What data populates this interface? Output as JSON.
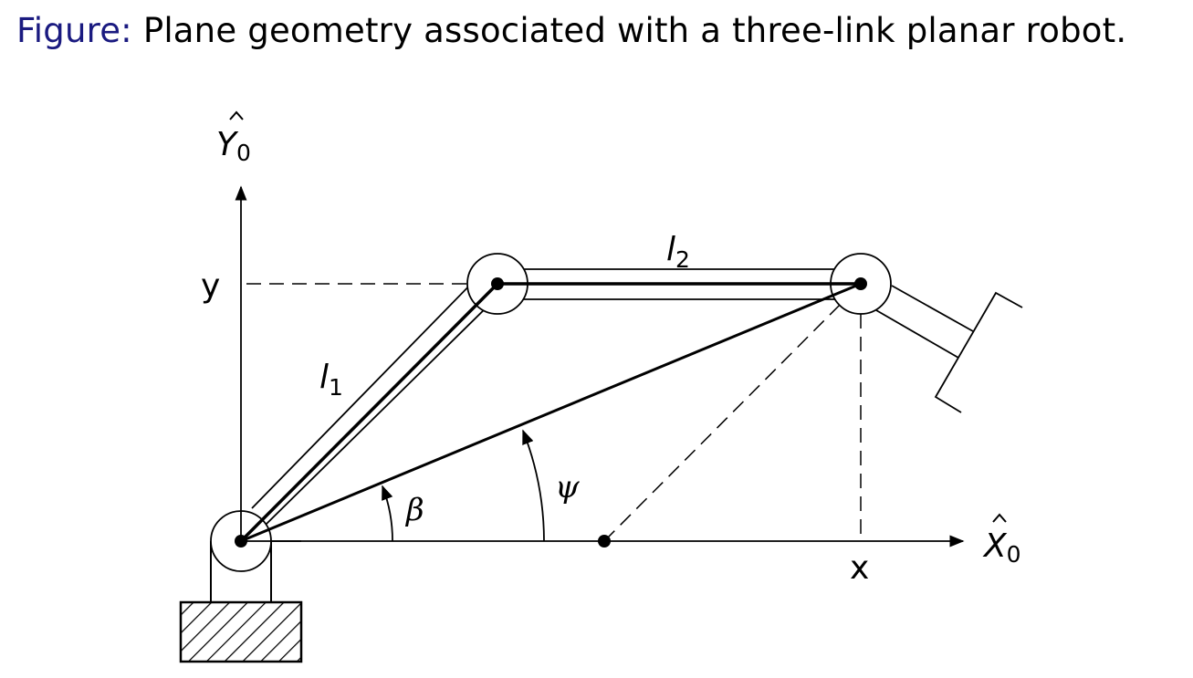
{
  "caption": {
    "prefix": "Figure:",
    "text": "Plane geometry associated with a three-link planar robot."
  },
  "labels": {
    "y_axis": "Y",
    "y_axis_sub": "0",
    "x_axis": "X",
    "x_axis_sub": "0",
    "y_coord": "y",
    "x_coord": "x",
    "link1": "l",
    "link1_sub": "1",
    "link2": "l",
    "link2_sub": "2",
    "beta": "β",
    "psi": "ψ"
  }
}
